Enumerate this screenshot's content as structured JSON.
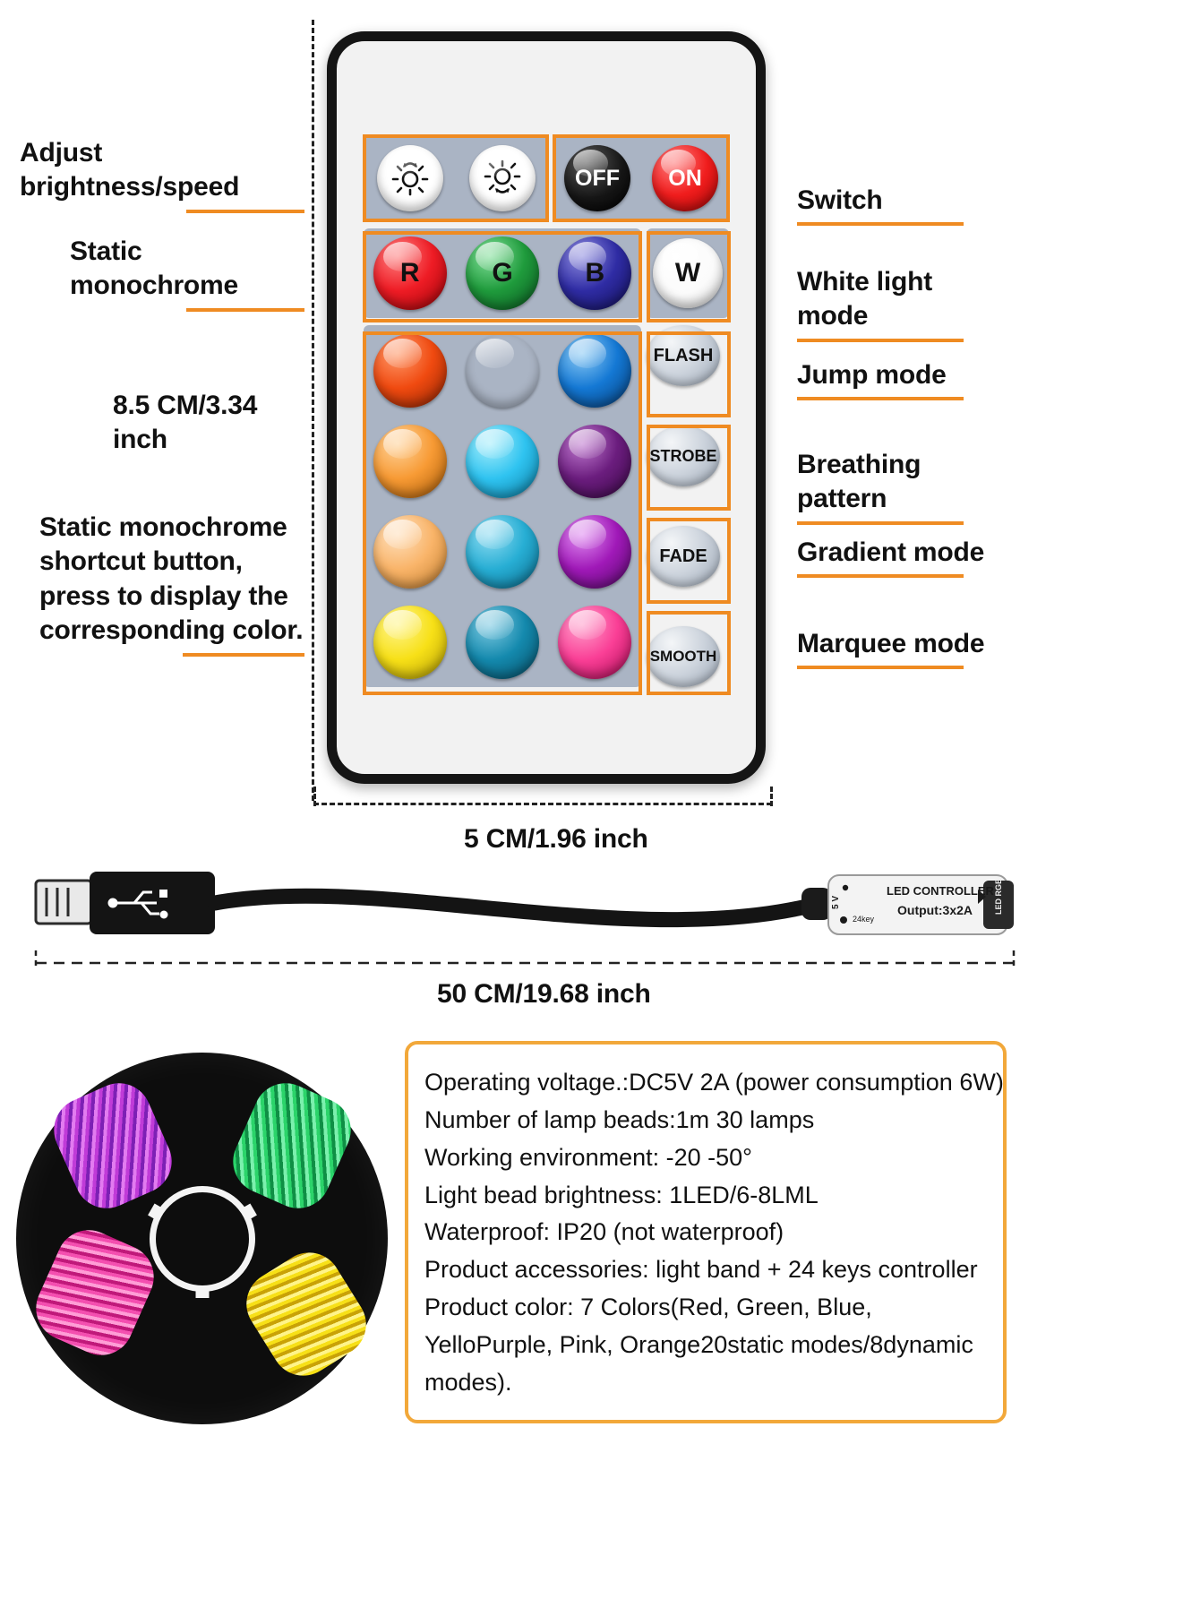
{
  "left_labels": [
    {
      "id": "adjust",
      "text": "Adjust brightness/speed"
    },
    {
      "id": "static-mono",
      "text": "Static monochrome"
    },
    {
      "id": "height",
      "text": "8.5 CM/3.34 inch"
    },
    {
      "id": "shortcut",
      "text": "Static monochrome shortcut button, press to display the corresponding color."
    }
  ],
  "right_labels": [
    {
      "id": "switch",
      "text": "Switch"
    },
    {
      "id": "white-light",
      "text": "White light mode"
    },
    {
      "id": "jump",
      "text": "Jump mode"
    },
    {
      "id": "breathing",
      "text": "Breathing pattern"
    },
    {
      "id": "gradient",
      "text": "Gradient mode"
    },
    {
      "id": "marquee",
      "text": "Marquee mode"
    }
  ],
  "dimensions": {
    "remote_width": "5 CM/1.96 inch",
    "remote_height": "8.5 CM/3.34 inch",
    "cable_length": "50 CM/19.68 inch"
  },
  "remote": {
    "brightness_row": [
      {
        "name": "brightness-up",
        "icon": "sun-up-icon",
        "label": ""
      },
      {
        "name": "brightness-down",
        "icon": "sun-down-icon",
        "label": ""
      }
    ],
    "power_row": [
      {
        "name": "power-off",
        "label": "OFF",
        "color": "#0d0d0d",
        "text_color": "#ffffff"
      },
      {
        "name": "power-on",
        "label": "ON",
        "color": "#f01d1d",
        "text_color": "#ffffff"
      }
    ],
    "rgbw_row": [
      {
        "name": "color-red",
        "label": "R",
        "color": "#ee1c25",
        "text_color": "#111111"
      },
      {
        "name": "color-green",
        "label": "G",
        "color": "#1f9b3c",
        "text_color": "#111111"
      },
      {
        "name": "color-blue",
        "label": "B",
        "color": "#2f2ca4",
        "text_color": "#111111"
      },
      {
        "name": "color-white",
        "label": "W",
        "color": "#ffffff",
        "text_color": "#111111"
      }
    ],
    "color_grid": [
      [
        {
          "name": "color-orange-red",
          "color": "#f04a10"
        },
        {
          "name": "color-light-green",
          "color": "#5cc churches"
        },
        {
          "name": "color-blue-2",
          "color": "#1478d4"
        }
      ],
      [
        {
          "name": "color-orange",
          "color": "#f79a34"
        },
        {
          "name": "color-cyan",
          "color": "#2fc3f0"
        },
        {
          "name": "color-dark-purple",
          "color": "#6b1d7e"
        }
      ],
      [
        {
          "name": "color-peach",
          "color": "#f9b469"
        },
        {
          "name": "color-sky-blue",
          "color": "#27aed4"
        },
        {
          "name": "color-purple",
          "color": "#a019b8"
        }
      ],
      [
        {
          "name": "color-yellow",
          "color": "#f7e017"
        },
        {
          "name": "color-teal",
          "color": "#1489ad"
        },
        {
          "name": "color-pink",
          "color": "#fa3f96"
        }
      ]
    ],
    "mode_buttons": [
      {
        "name": "mode-flash",
        "label": "FLASH"
      },
      {
        "name": "mode-strobe",
        "label": "STROBE"
      },
      {
        "name": "mode-fade",
        "label": "FADE"
      },
      {
        "name": "mode-smooth",
        "label": "SMOOTH"
      }
    ]
  },
  "controller": {
    "title": "LED CONTROLLER",
    "output": "Output:3x2A",
    "voltage": "5 V",
    "keys": "24key",
    "port_label": "LED RGB"
  },
  "specs": [
    "Operating voltage.:DC5V 2A (power consumption 6W)",
    "Number of lamp beads:1m 30 lamps",
    "Working environment: -20  -50°",
    "Light bead brightness: 1LED/6-8LML",
    "Waterproof: IP20 (not waterproof)",
    "Product accessories: light band + 24 keys controller",
    "Product color: 7 Colors(Red, Green, Blue, YelloPurple, Pink, Orange20static modes/8dynamic modes)."
  ],
  "colors": {
    "accent": "#ef8b22",
    "spec_border": "#f2a83a",
    "panel": "#aab4c4",
    "remote_body": "#f2f2f2",
    "remote_frame": "#151515"
  }
}
